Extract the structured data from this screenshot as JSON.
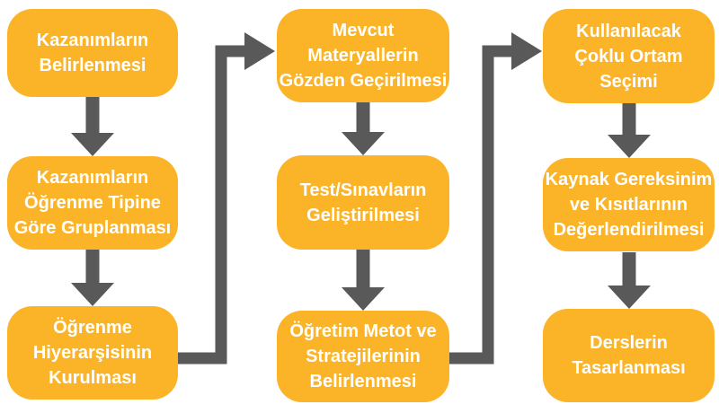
{
  "colors": {
    "box_fill": "#FBB428",
    "arrow": "#595959",
    "box_text": "#FFFFFF",
    "background": "#FFFFFF"
  },
  "flowchart": {
    "nodes": [
      {
        "id": "step-1",
        "label": "Kazanımların\nBelirlenmesi"
      },
      {
        "id": "step-2",
        "label": "Kazanımların\nÖğrenme Tipine\nGöre Gruplanması"
      },
      {
        "id": "step-3",
        "label": "Öğrenme\nHiyerarşisinin\nKurulması"
      },
      {
        "id": "step-4",
        "label": "Mevcut\nMateryallerin\nGözden Geçirilmesi"
      },
      {
        "id": "step-5",
        "label": "Test/Sınavların\nGeliştirilmesi"
      },
      {
        "id": "step-6",
        "label": "Öğretim Metot ve\nStratejilerinin\nBelirlenmesi"
      },
      {
        "id": "step-7",
        "label": "Kullanılacak\nÇoklu Ortam\nSeçimi"
      },
      {
        "id": "step-8",
        "label": "Kaynak Gereksinim\nve Kısıtlarının\nDeğerlendirilmesi"
      },
      {
        "id": "step-9",
        "label": "Derslerin\nTasarlanması"
      }
    ],
    "connections": [
      {
        "from": "step-1",
        "to": "step-2",
        "type": "arrow-down"
      },
      {
        "from": "step-2",
        "to": "step-3",
        "type": "arrow-down"
      },
      {
        "from": "step-3",
        "to": "step-4",
        "type": "elbow-right-up"
      },
      {
        "from": "step-4",
        "to": "step-5",
        "type": "arrow-down"
      },
      {
        "from": "step-5",
        "to": "step-6",
        "type": "arrow-down"
      },
      {
        "from": "step-6",
        "to": "step-7",
        "type": "elbow-right-up"
      },
      {
        "from": "step-7",
        "to": "step-8",
        "type": "arrow-down"
      },
      {
        "from": "step-8",
        "to": "step-9",
        "type": "arrow-down"
      }
    ]
  }
}
